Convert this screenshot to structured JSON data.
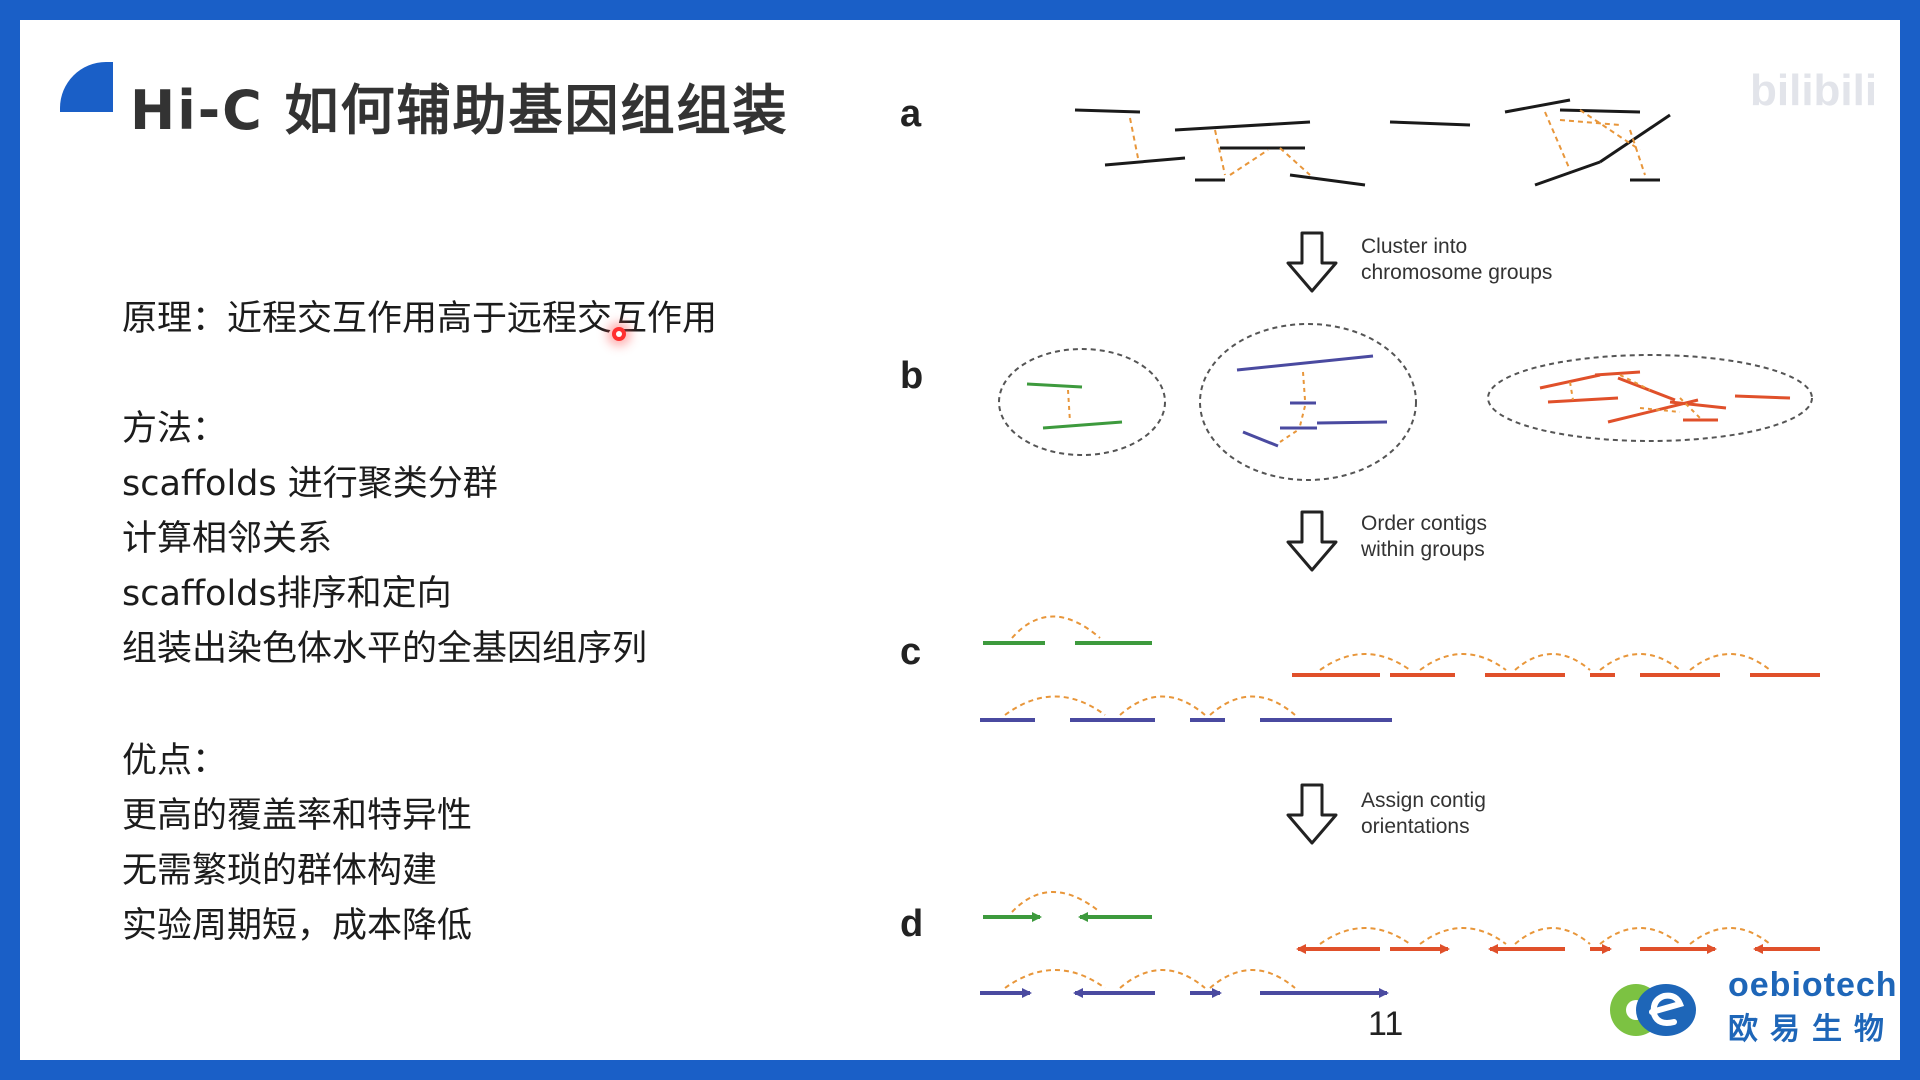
{
  "title": "Hi-C 如何辅助基因组组装",
  "principle": "原理：近程交互作用高于远程交互作用",
  "methods_heading": "方法：",
  "methods": [
    "scaffolds 进行聚类分群",
    "计算相邻关系",
    "scaffolds排序和定向",
    "组装出染色体水平的全基因组序列"
  ],
  "advantages_heading": "优点：",
  "advantages": [
    "更高的覆盖率和特异性",
    "无需繁琐的群体构建",
    "实验周期短，成本降低"
  ],
  "diagram": {
    "panel_a": "a",
    "panel_b": "b",
    "panel_c": "c",
    "panel_d": "d",
    "step1_line1": "Cluster into",
    "step1_line2": "chromosome groups",
    "step2_line1": "Order contigs",
    "step2_line2": "within groups",
    "step3_line1": "Assign contig",
    "step3_line2": "orientations"
  },
  "page_number": "11",
  "brand": {
    "name_en": "oebiotech",
    "name_cn": "欧易生物"
  },
  "watermark": "bilibili",
  "colors": {
    "title_mark": "#1a5fc7",
    "green_group": "#3d9a3d",
    "purple_group": "#4a4aa0",
    "orange_group": "#e0502a",
    "contact_link": "#e8963a",
    "brand_blue": "#1e66b8",
    "brand_green": "#7cc242"
  },
  "icons": {
    "step_arrow": "down-arrow-outline",
    "logo": "oebiotech-logo"
  }
}
